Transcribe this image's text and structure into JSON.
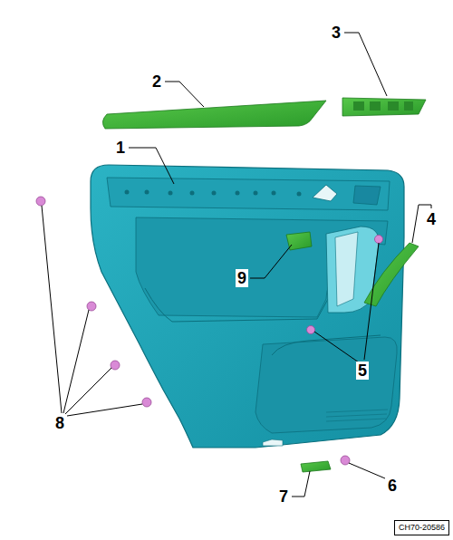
{
  "diagram": {
    "nodes": [
      {
        "text": [
          "CH70-20586"
        ]
      }
    ],
    "labels": [
      "1",
      "2",
      "3",
      "4",
      "5",
      "6",
      "7",
      "8",
      "9"
    ]
  }
}
